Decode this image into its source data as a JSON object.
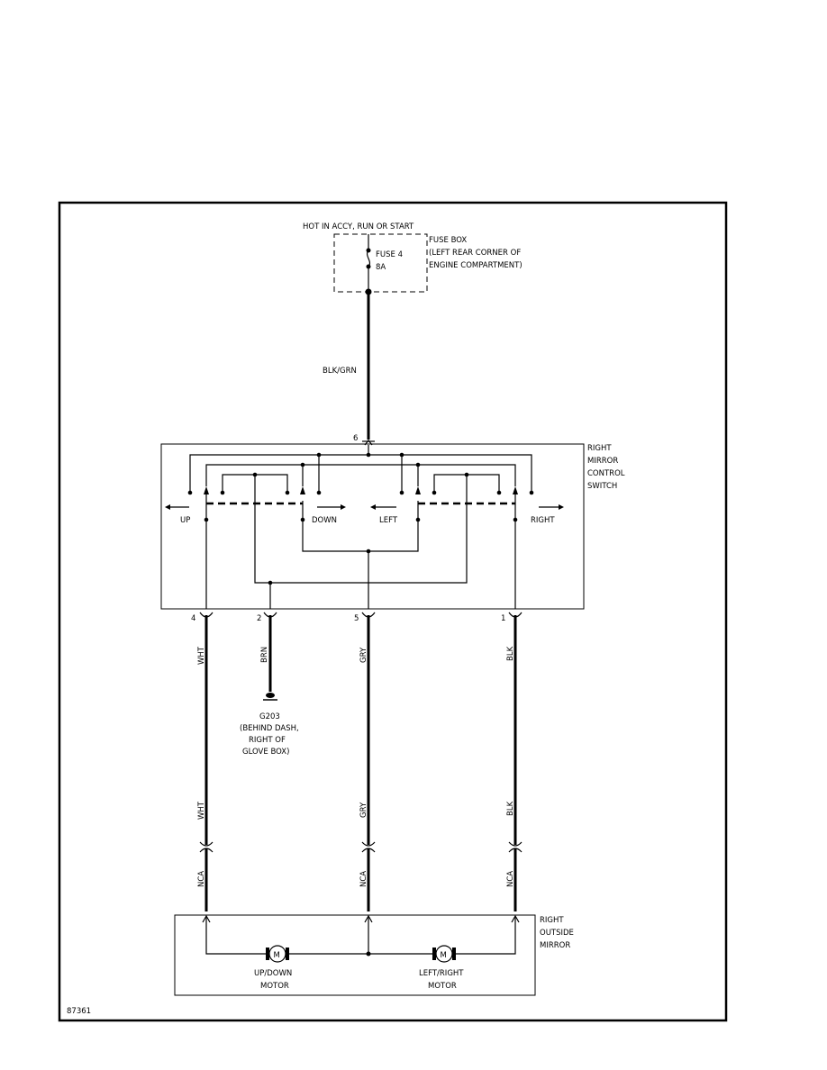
{
  "power_source": "HOT IN ACCY, RUN OR START",
  "fuse_box": {
    "title": "FUSE BOX",
    "location_line1": "(LEFT REAR CORNER OF",
    "location_line2": "ENGINE COMPARTMENT)",
    "fuse_name": "FUSE 4",
    "fuse_rating": "8A"
  },
  "feed_wire": "BLK/GRN",
  "switch": {
    "label_line1": "RIGHT",
    "label_line2": "MIRROR",
    "label_line3": "CONTROL",
    "label_line4": "SWITCH",
    "feed_pin": "6",
    "directions": {
      "up": "UP",
      "down": "DOWN",
      "left": "LEFT",
      "right": "RIGHT"
    },
    "pins": [
      "4",
      "2",
      "5",
      "1"
    ]
  },
  "wires": {
    "w1": "WHT",
    "w2": "BRN",
    "w3": "GRY",
    "w4": "BLK",
    "lower1": "WHT",
    "lower3": "GRY",
    "lower4": "BLK",
    "nca1": "NCA",
    "nca3": "NCA",
    "nca4": "NCA"
  },
  "ground": {
    "name": "G203",
    "line1": "(BEHIND DASH,",
    "line2": "RIGHT OF",
    "line3": "GLOVE BOX)"
  },
  "mirror": {
    "label_line1": "RIGHT",
    "label_line2": "OUTSIDE",
    "label_line3": "MIRROR",
    "motor_symbol": "M",
    "updown_line1": "UP/DOWN",
    "updown_line2": "MOTOR",
    "leftright_line1": "LEFT/RIGHT",
    "leftright_line2": "MOTOR"
  },
  "figure_id": "87361",
  "icons": [
    "fuse-icon",
    "ground-icon",
    "motor-icon",
    "connector-icon",
    "arrow-icon"
  ]
}
